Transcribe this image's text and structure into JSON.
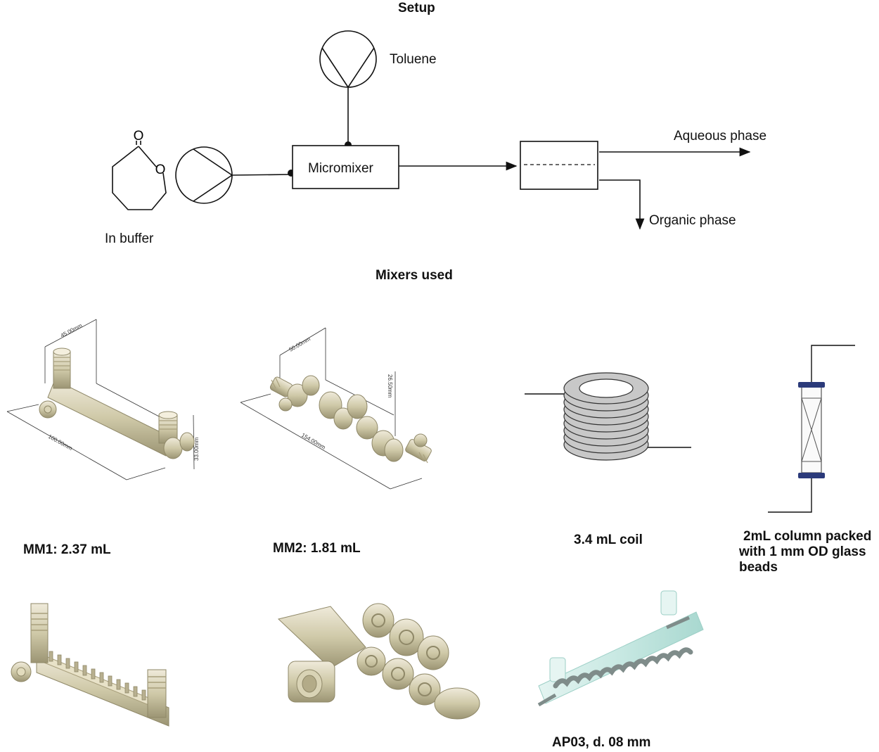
{
  "setup": {
    "heading": "Setup",
    "buffer_label": "In buffer",
    "toluene_label": "Toluene",
    "micromixer_label": "Micromixer",
    "aqueous_label": "Aqueous phase",
    "organic_label": "Organic phase",
    "molecule_atoms": {
      "carbonyl_o": "O",
      "ring_o": "O"
    }
  },
  "mixers": {
    "heading": "Mixers used",
    "mm1": {
      "label": "MM1: 2.37 mL",
      "dim_length": "100.00mm",
      "dim_width": "45.00mm",
      "dim_height": "33.00mm"
    },
    "mm2": {
      "label": "MM2: 1.81 mL",
      "dim_length": "154.00mm",
      "dim_width": "50.00mm",
      "dim_height": "26.50mm"
    },
    "coil": {
      "label": "3.4 mL coil"
    },
    "column": {
      "label_lines": [
        "2mL column packed",
        "with 1 mm OD glass",
        "beads"
      ]
    },
    "ap03": {
      "label": "AP03, d. 08 mm"
    }
  },
  "colors": {
    "metal": "#cfc9a8",
    "metal_dark": "#8f8868",
    "column_cap": "#2b3a7a",
    "glass": "#bfe3dc",
    "coil_ring": "#c8c8c8"
  }
}
